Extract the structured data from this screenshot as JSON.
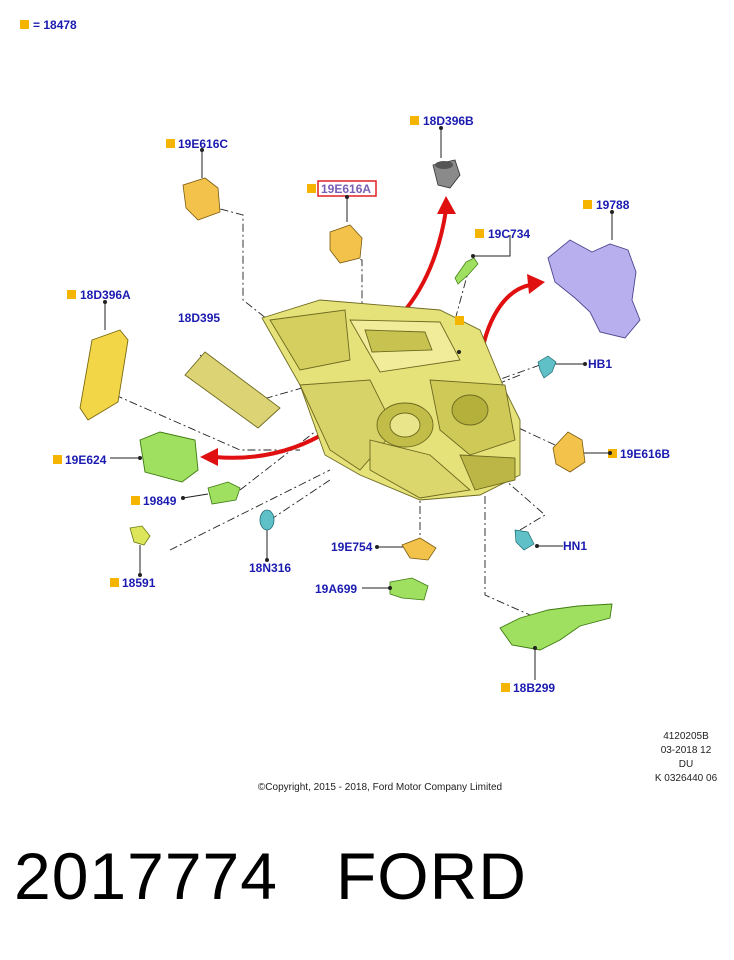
{
  "legend": {
    "text": "= 18478",
    "color": "#f5b400"
  },
  "colors": {
    "label": "#1a1ab0",
    "marker": "#f5b400",
    "highlight_box": "#e02020",
    "arrow": "#e01010",
    "housing": "#e6e27a",
    "bracket_purple": "#b8b0ee",
    "part_green": "#9fe060",
    "part_teal": "#5fc0c8",
    "part_orange": "#f3c24a"
  },
  "labels": {
    "p18D396B": "18D396B",
    "p19E616C": "19E616C",
    "p19E616A": "19E616A",
    "p19C734": "19C734",
    "p19788": "19788",
    "p18D396A": "18D396A",
    "p18D395": "18D395",
    "pHB1": "HB1",
    "p19E616B": "19E616B",
    "p19E624": "19E624",
    "p19849": "19849",
    "p18N316": "18N316",
    "p19E754": "19E754",
    "pHN1": "HN1",
    "p18591": "18591",
    "p19A699": "19A699",
    "p18B299": "18B299"
  },
  "meta": {
    "drawing_no": "4120205B",
    "date": "03-2018 12",
    "lang": "DU",
    "ref": "K 0326440 06"
  },
  "copyright": "©Copyright, 2015 - 2018, Ford Motor Company Limited",
  "caption": "2017774   FORD"
}
